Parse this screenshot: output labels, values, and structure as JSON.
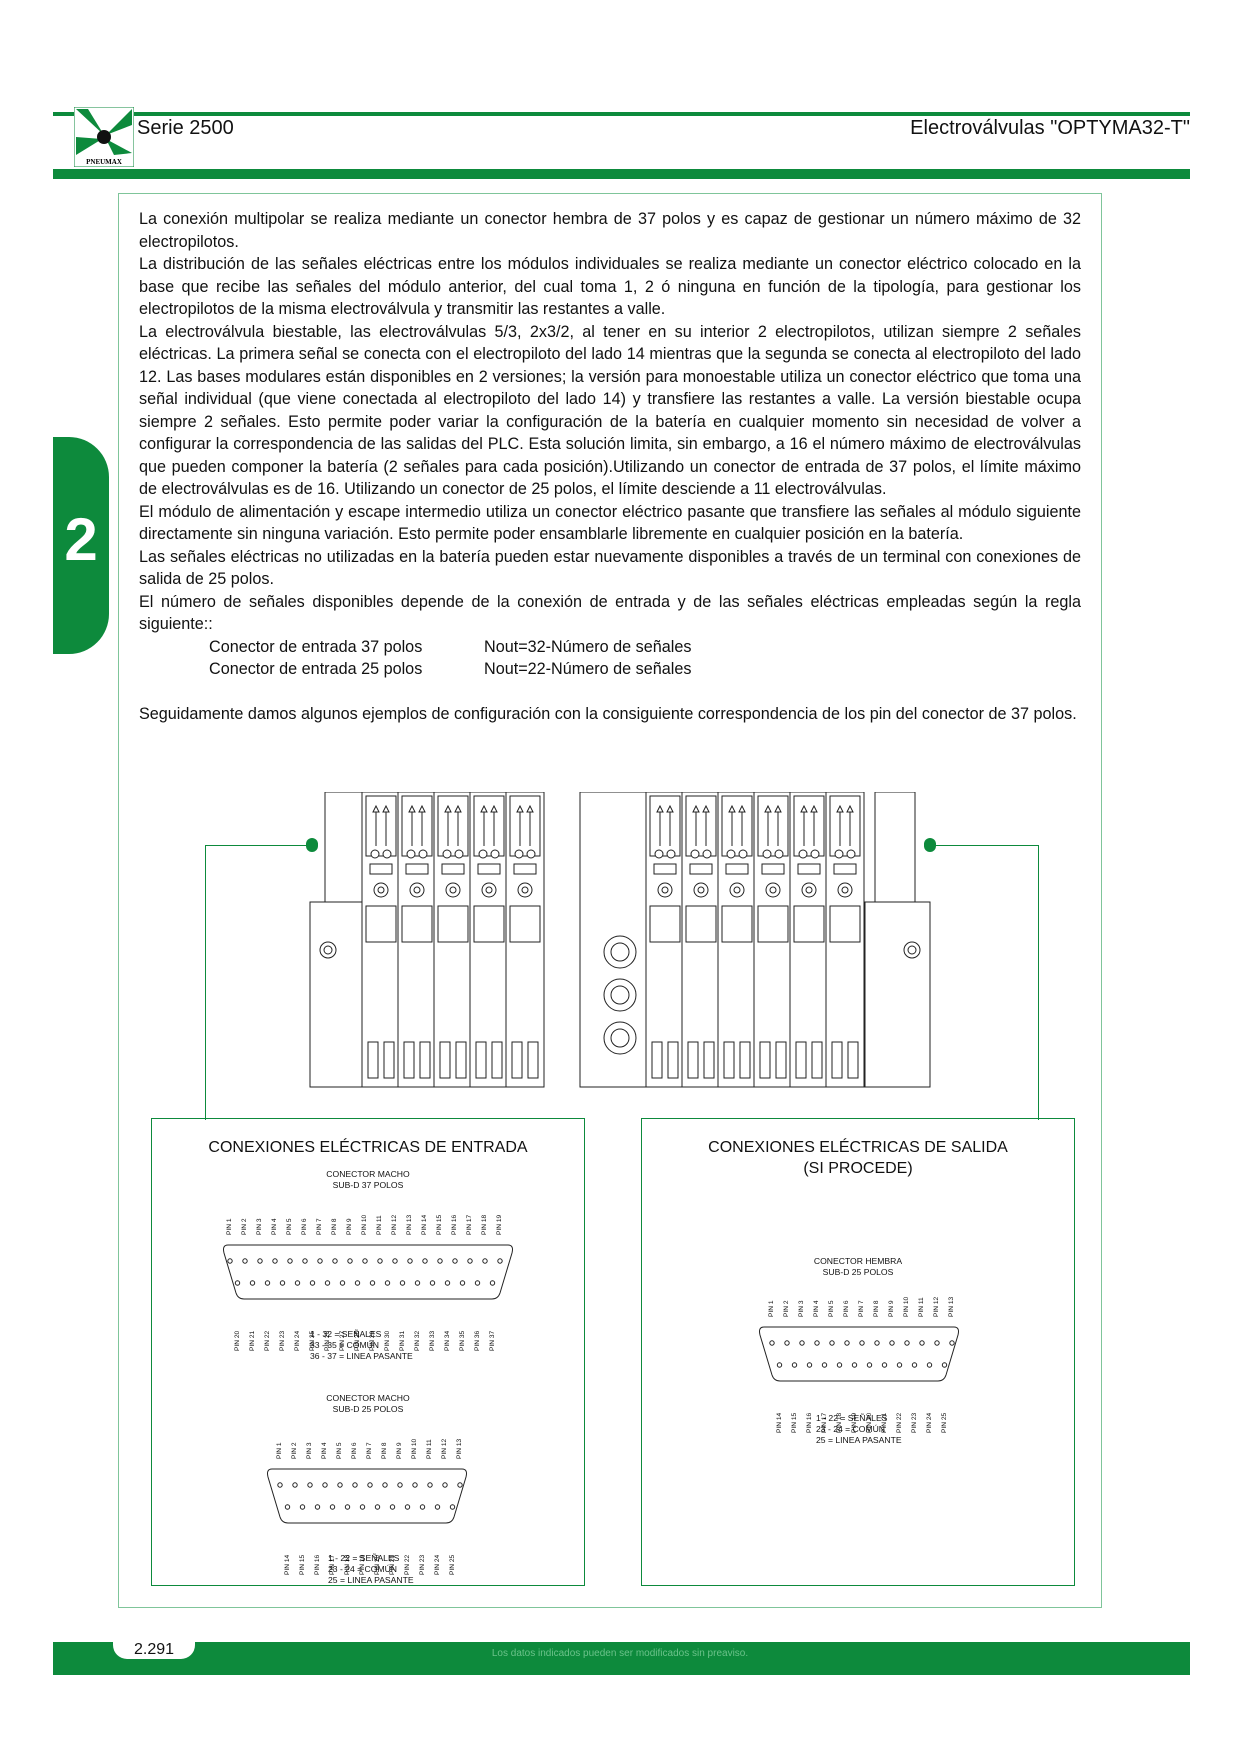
{
  "header": {
    "series": "Serie 2500",
    "product": "Electroválvulas \"OPTYMA32-T\"",
    "logo_text": "PNEUMAX"
  },
  "chapter": "2",
  "body": {
    "paragraphs": [
      "La conexión multipolar se realiza mediante un conector hembra de 37 polos y es capaz de gestionar un número máximo de 32 electropilotos.",
      "La distribución de las señales eléctricas entre los módulos individuales se realiza mediante un conector eléctrico colocado en la base que recibe las señales del módulo anterior, del cual toma 1, 2 ó ninguna en función de la tipología,  para gestionar los electropilotos de la misma electroválvula y transmitir las restantes a valle.",
      "La electroválvula biestable, las electroválvulas 5/3, 2x3/2, al tener en su interior 2 electropilotos, utilizan siempre 2 señales eléctricas. La primera señal se conecta con el electropiloto del lado 14 mientras que la segunda se conecta al electropiloto del lado 12. Las bases modulares están disponibles en 2 versiones; la versión para monoestable utiliza un conector eléctrico que toma una señal individual (que viene conectada al electropiloto del lado 14) y transfiere las restantes a valle. La versión biestable ocupa siempre 2 señales. Esto permite poder variar la configuración de la batería en cualquier momento sin necesidad de volver a configurar la correspondencia de las salidas del PLC. Esta solución limita, sin embargo, a 16 el número máximo de electroválvulas que pueden componer la batería (2 señales para cada posición).Utilizando un conector de entrada de 37 polos, el límite máximo de electroválvulas es de 16. Utilizando un conector de 25 polos, el límite desciende a 11 electroválvulas.",
      "El módulo de alimentación y escape intermedio utiliza un conector eléctrico pasante que transfiere las señales al módulo siguiente directamente sin ninguna variación. Esto permite poder ensamblarle libremente en cualquier posición en la batería.",
      "Las señales eléctricas no utilizadas en la batería pueden estar nuevamente disponibles a través de un terminal con conexiones de salida de 25 polos.",
      "El número de señales disponibles depende de la conexión de entrada y de las señales eléctricas empleadas según la regla siguiente::"
    ],
    "formulas": [
      {
        "label": "Conector de entrada 37 polos",
        "value": "Nout=32-Número de señales"
      },
      {
        "label": "Conector de entrada 25 polos",
        "value": "Nout=22-Número de señales"
      }
    ],
    "closing": "Seguidamente damos algunos ejemplos de configuración con la consiguiente correspondencia de los pin del conector de 37 polos."
  },
  "inputs_panel": {
    "title": "CONEXIONES ELÉCTRICAS DE ENTRADA",
    "connector37": {
      "label_line1": "CONECTOR MACHO",
      "label_line2": "SUB-D 37 POLOS",
      "top_pins": [
        "PIN 1",
        "PIN 2",
        "PIN 3",
        "PIN 4",
        "PIN 5",
        "PIN 6",
        "PIN 7",
        "PIN 8",
        "PIN 9",
        "PIN 10",
        "PIN 11",
        "PIN 12",
        "PIN 13",
        "PIN 14",
        "PIN 15",
        "PIN 16",
        "PIN 17",
        "PIN 18",
        "PIN 19"
      ],
      "bottom_pins": [
        "PIN 20",
        "PIN 21",
        "PIN 22",
        "PIN 23",
        "PIN 24",
        "PIN 25",
        "PIN 26",
        "PIN 27",
        "PIN 28",
        "PIN 29",
        "PIN 30",
        "PIN 31",
        "PIN 32",
        "PIN 33",
        "PIN 34",
        "PIN 35",
        "PIN 36",
        "PIN 37"
      ],
      "legend": [
        "1 - 32 = SEÑALES",
        "33 - 35 = COMÚN",
        "36 - 37 = LINEA PASANTE"
      ]
    },
    "connector25": {
      "label_line1": "CONECTOR MACHO",
      "label_line2": "SUB-D 25 POLOS",
      "top_pins": [
        "PIN 1",
        "PIN 2",
        "PIN 3",
        "PIN 4",
        "PIN 5",
        "PIN 6",
        "PIN 7",
        "PIN 8",
        "PIN 9",
        "PIN 10",
        "PIN 11",
        "PIN 12",
        "PIN 13"
      ],
      "bottom_pins": [
        "PIN 14",
        "PIN 15",
        "PIN 16",
        "PIN 17",
        "PIN 18",
        "PIN 19",
        "PIN 20",
        "PIN 21",
        "PIN 22",
        "PIN 23",
        "PIN 24",
        "PIN 25"
      ],
      "legend": [
        "1 - 22 = SEÑALES",
        "23 - 24 = COMÚN",
        "25 = LINEA PASANTE"
      ]
    }
  },
  "outputs_panel": {
    "title_line1": "CONEXIONES ELÉCTRICAS DE  SALIDA",
    "title_line2": "(SI PROCEDE)",
    "connector25": {
      "label_line1": "CONECTOR HEMBRA",
      "label_line2": "SUB-D 25 POLOS",
      "top_pins": [
        "PIN 1",
        "PIN 2",
        "PIN 3",
        "PIN 4",
        "PIN 5",
        "PIN 6",
        "PIN 7",
        "PIN 8",
        "PIN 9",
        "PIN 10",
        "PIN 11",
        "PIN 12",
        "PIN 13"
      ],
      "bottom_pins": [
        "PIN 14",
        "PIN 15",
        "PIN 16",
        "PIN 17",
        "PIN 18",
        "PIN 19",
        "PIN 20",
        "PIN 21",
        "PIN 22",
        "PIN 23",
        "PIN 24",
        "PIN 25"
      ],
      "legend": [
        "1 - 22 = SEÑALES",
        "23 - 24 = COMÚN",
        "25 = LINEA PASANTE"
      ]
    }
  },
  "footer": {
    "page": "2.291",
    "disclaimer": "Los datos indicados pueden ser modificados sin preaviso."
  }
}
